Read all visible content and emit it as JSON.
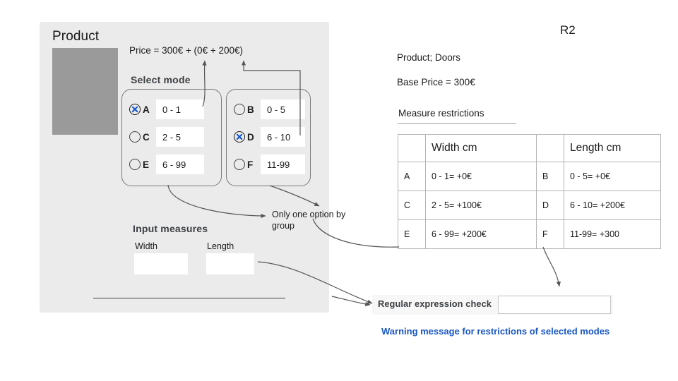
{
  "panel": {
    "product_title": "Product",
    "price_formula": "Price = 300€ + (0€ + 200€)",
    "select_mode_heading": "Select mode",
    "note_one_option": "Only one option by group",
    "input_measures_heading": "Input measures",
    "width_label": "Width",
    "length_label": "Length",
    "width_value": "",
    "length_value": ""
  },
  "mode_groups": [
    {
      "name": "width-group",
      "options": [
        {
          "checked": true,
          "letter": "A",
          "range": "0 - 1"
        },
        {
          "checked": false,
          "letter": "C",
          "range": "2 - 5"
        },
        {
          "checked": false,
          "letter": "E",
          "range": "6 - 99"
        }
      ]
    },
    {
      "name": "length-group",
      "options": [
        {
          "checked": false,
          "letter": "B",
          "range": "0 - 5"
        },
        {
          "checked": true,
          "letter": "D",
          "range": "6 - 10"
        },
        {
          "checked": false,
          "letter": "F",
          "range": "11-99"
        }
      ]
    }
  ],
  "right": {
    "title": "R2",
    "product_line": "Product; Doors",
    "base_price_line": "Base Price = 300€",
    "measure_restrictions_heading": "Measure restrictions"
  },
  "restrictions_table": {
    "headers": [
      "",
      "Width cm",
      "",
      "Length cm"
    ],
    "rows": [
      [
        "A",
        "0 - 1= +0€",
        "B",
        "0 - 5= +0€"
      ],
      [
        "C",
        "2 - 5= +100€",
        "D",
        "6 - 10= +200€"
      ],
      [
        "E",
        "6 - 99= +200€",
        "F",
        "11-99= +300"
      ]
    ]
  },
  "regex_check": {
    "label": "Regular expression check",
    "value": "",
    "placeholder": ""
  },
  "warning": {
    "message": "Warning message for restrictions of selected modes"
  },
  "colors": {
    "panel_background": "#ebebeb",
    "image_placeholder": "#9a9a9a",
    "checkmark_blue": "#1155cc",
    "warning_blue": "#1a57c4",
    "heading_gray": "#3c4043",
    "table_border": "#b4b4b4"
  }
}
